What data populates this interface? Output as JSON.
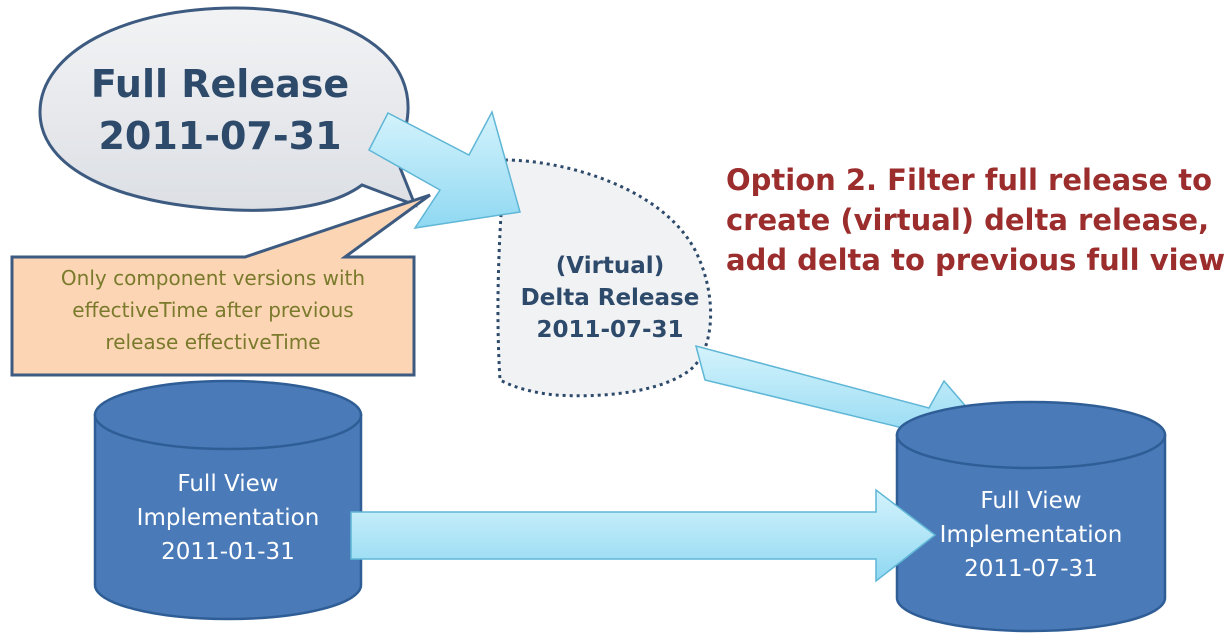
{
  "full_release": {
    "line1": "Full Release",
    "line2": "2011-07-31"
  },
  "callout": {
    "line1": "Only component versions with",
    "line2": "effectiveTime after previous",
    "line3": "release effectiveTime"
  },
  "delta_release": {
    "line1": "(Virtual)",
    "line2": "Delta Release",
    "line3": "2011-07-31"
  },
  "option": {
    "line1": "Option 2. Filter full release to",
    "line2": "create (virtual) delta release,",
    "line3": "add delta to previous full view"
  },
  "db_left": {
    "line1": "Full View",
    "line2": "Implementation",
    "line3": "2011-01-31"
  },
  "db_right": {
    "line1": "Full View",
    "line2": "Implementation",
    "line3": "2011-07-31"
  },
  "colors": {
    "bubble_fill": "#e8eaee",
    "bubble_stroke": "#3d5a80",
    "callout_fill": "#fcd5b4",
    "arrow_fill": "#aee6f8",
    "cylinder_fill": "#4a7ab8",
    "option_text": "#9b2d2d"
  }
}
